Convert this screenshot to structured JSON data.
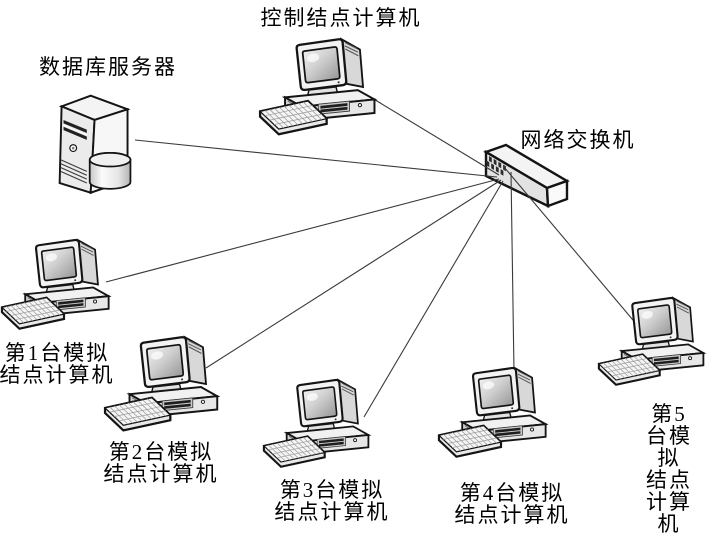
{
  "diagram": {
    "kind": "network-topology",
    "colors": {
      "background": "#ffffff",
      "text": "#000000",
      "line": "#3a3a3a",
      "icon_outline": "#141414",
      "icon_fill_light": "#f4f4f4",
      "icon_fill_mid": "#e2e2e2"
    },
    "nodes": [
      {
        "id": "control",
        "icon": "desktop-computer-icon",
        "label": "控制结点计算机"
      },
      {
        "id": "database",
        "icon": "database-server-icon",
        "label": "数据库服务器"
      },
      {
        "id": "switch",
        "icon": "network-switch-icon",
        "label": "网络交换机"
      },
      {
        "id": "sim1",
        "icon": "desktop-computer-icon",
        "label": "第1台模拟\n结点计算机"
      },
      {
        "id": "sim2",
        "icon": "desktop-computer-icon",
        "label": "第2台模拟\n结点计算机"
      },
      {
        "id": "sim3",
        "icon": "desktop-computer-icon",
        "label": "第3台模拟\n结点计算机"
      },
      {
        "id": "sim4",
        "icon": "desktop-computer-icon",
        "label": "第4台模拟\n结点计算机"
      },
      {
        "id": "sim5",
        "icon": "desktop-computer-icon",
        "label": "第5台模拟\n结点计算机"
      }
    ],
    "edges": [
      {
        "from": "switch",
        "to": "control"
      },
      {
        "from": "switch",
        "to": "database"
      },
      {
        "from": "switch",
        "to": "sim1"
      },
      {
        "from": "switch",
        "to": "sim2"
      },
      {
        "from": "switch",
        "to": "sim3"
      },
      {
        "from": "switch",
        "to": "sim4"
      },
      {
        "from": "switch",
        "to": "sim5"
      }
    ]
  }
}
